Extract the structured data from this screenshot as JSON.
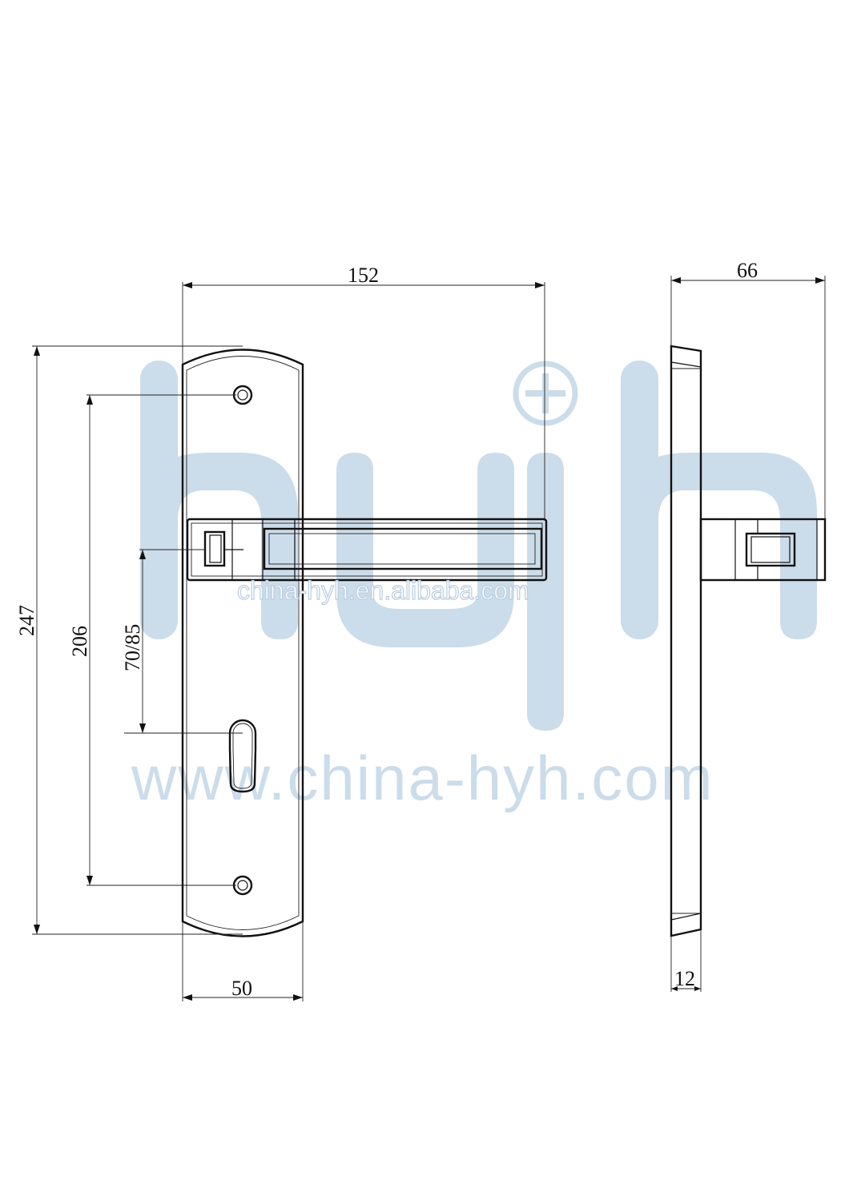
{
  "colors": {
    "watermark": "#cbdcea",
    "line": "#111111",
    "background": "#ffffff"
  },
  "watermark": {
    "logo": "hyh",
    "url_large": "www.china-hyh.com",
    "url_small": "china-hyh.en.alibaba.com"
  },
  "dimensions": {
    "overall_length": "152",
    "projection": "66",
    "plate_height": "247",
    "screw_spacing": "206",
    "backset": "70/85",
    "plate_width": "50",
    "plate_thickness": "12"
  }
}
